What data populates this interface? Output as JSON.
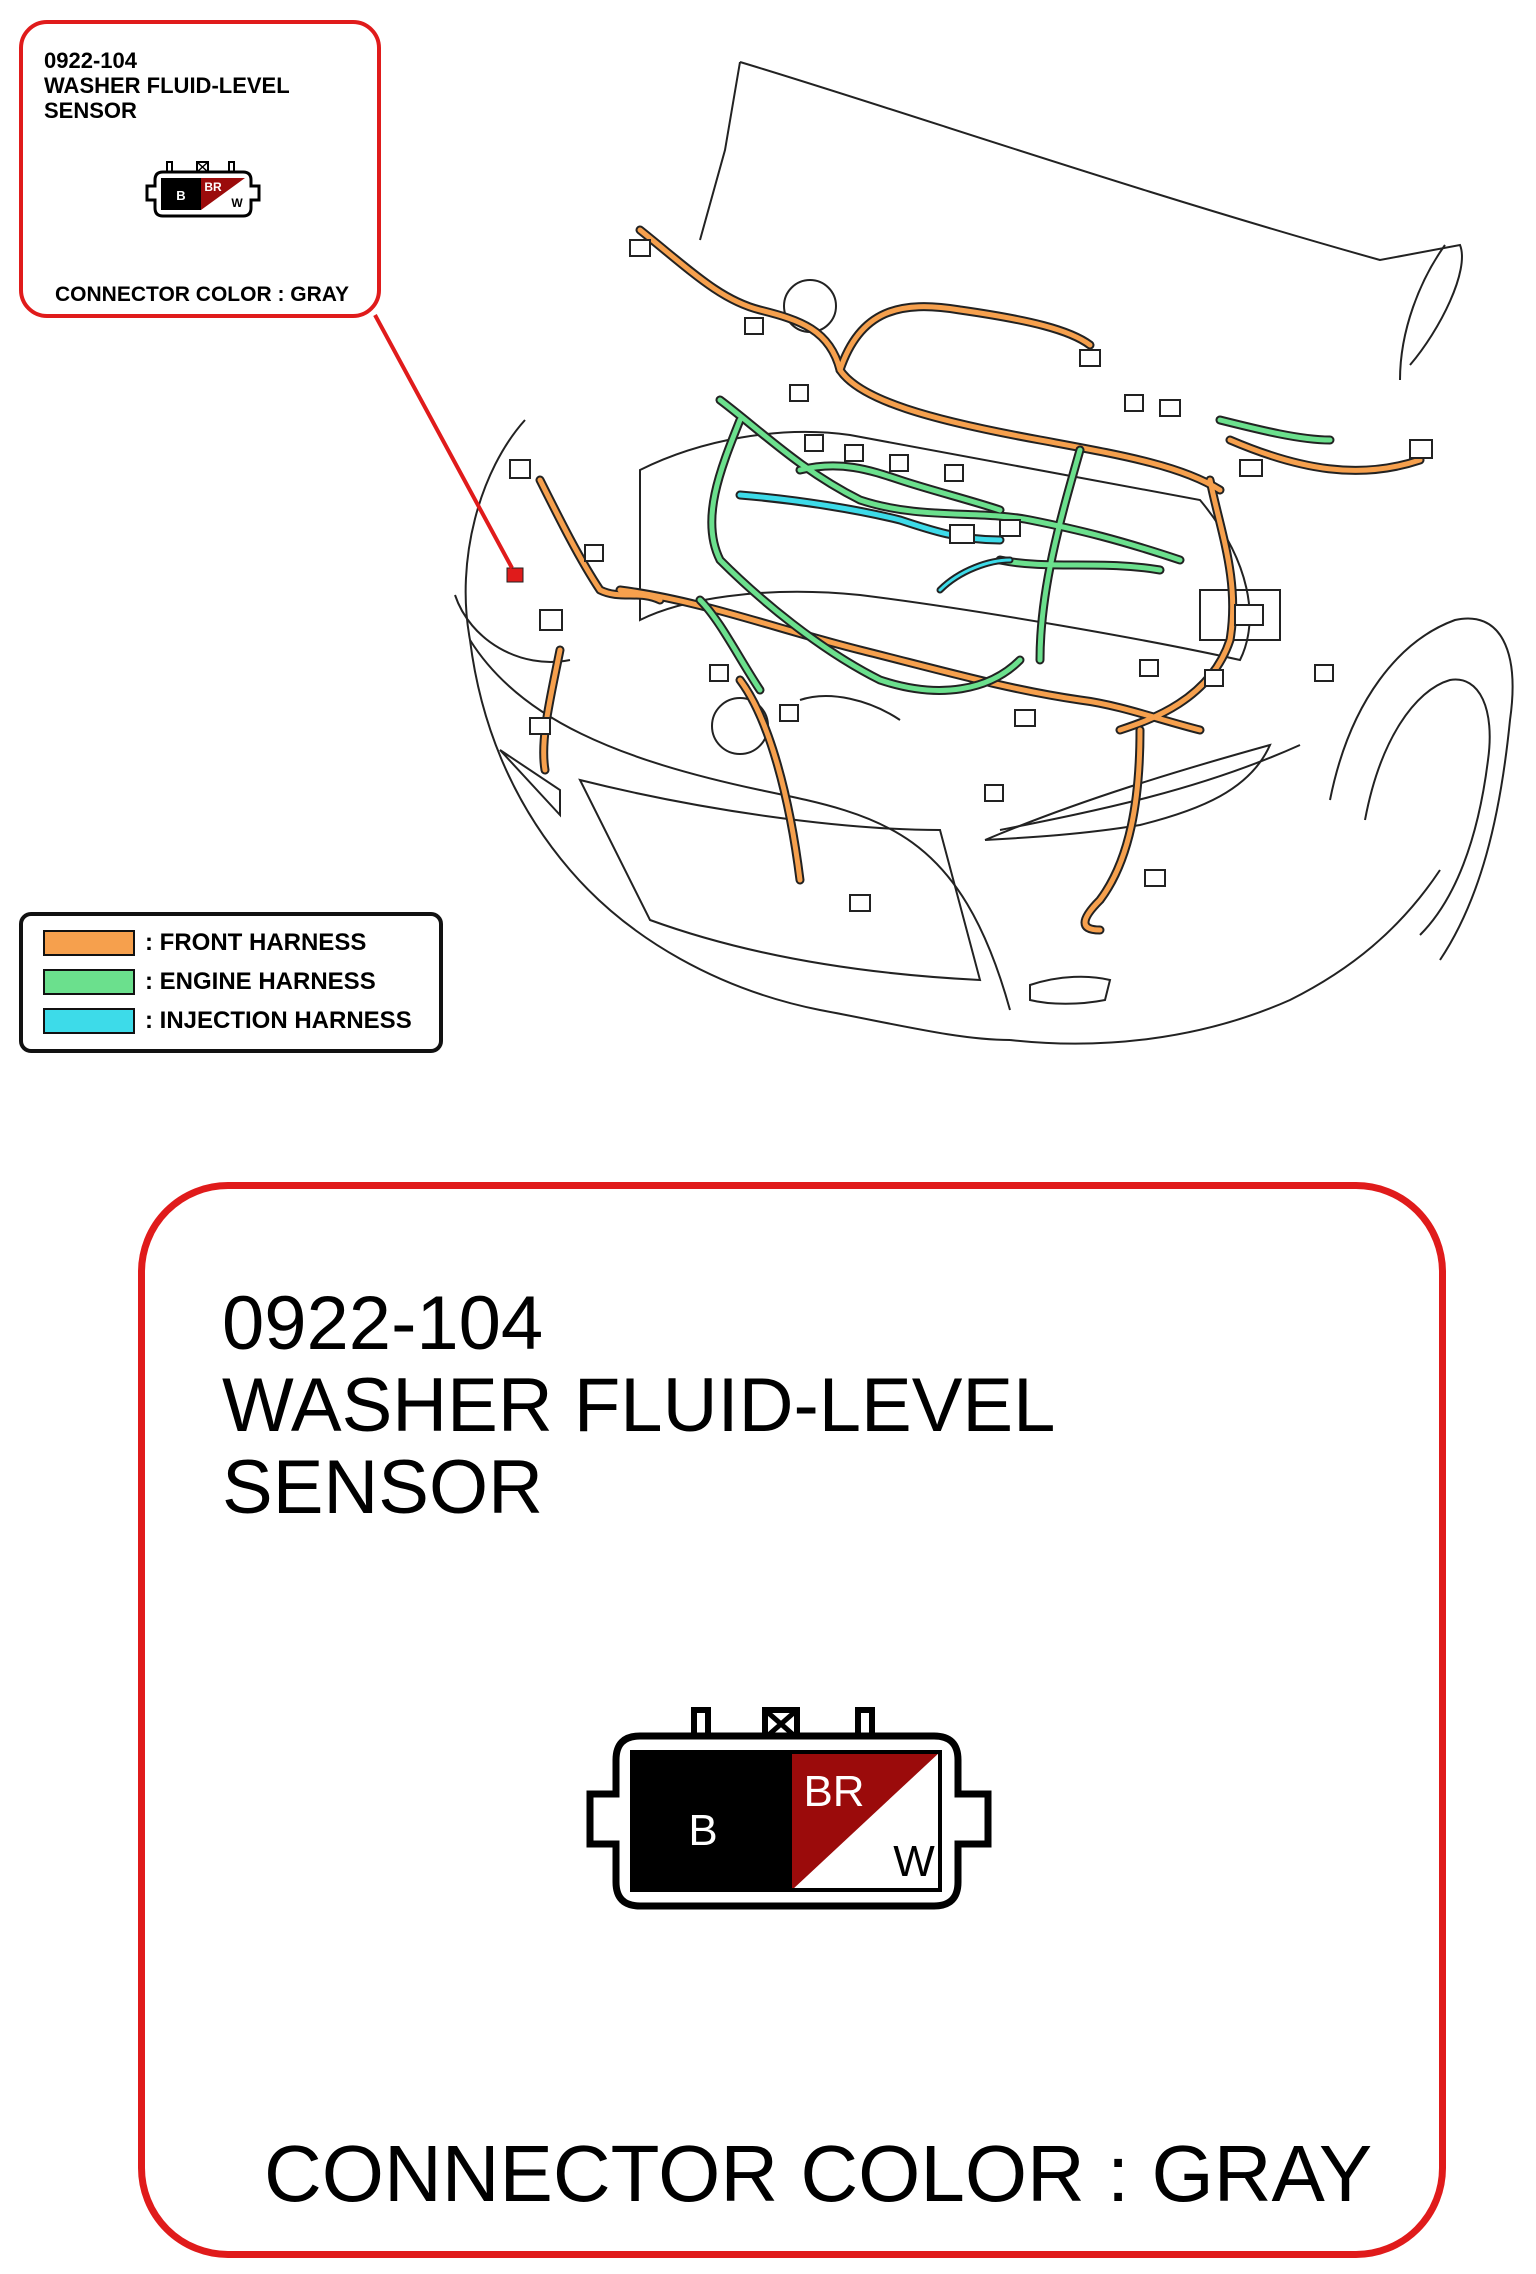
{
  "callout": {
    "code": "0922-104",
    "name_line1": "WASHER FLUID-LEVEL",
    "name_line2": "SENSOR",
    "connector_color": "CONNECTOR COLOR : GRAY"
  },
  "connector": {
    "pins": [
      {
        "label": "B",
        "fill": "#000000",
        "text_color": "#ffffff"
      },
      {
        "label": "BR",
        "fill": "#9b0b0b",
        "text_color": "#ffffff"
      },
      {
        "label": "W",
        "fill": "#ffffff",
        "text_color": "#000000"
      }
    ]
  },
  "legend": {
    "items": [
      {
        "label": ": FRONT HARNESS",
        "color": "#f6a04d"
      },
      {
        "label": ": ENGINE HARNESS",
        "color": "#6be08d"
      },
      {
        "label": ": INJECTION HARNESS",
        "color": "#3ddbe9"
      }
    ]
  },
  "colors": {
    "callout_border": "#e01b1b",
    "front": "#f6a04d",
    "engine": "#6be08d",
    "injection": "#3ddbe9"
  }
}
